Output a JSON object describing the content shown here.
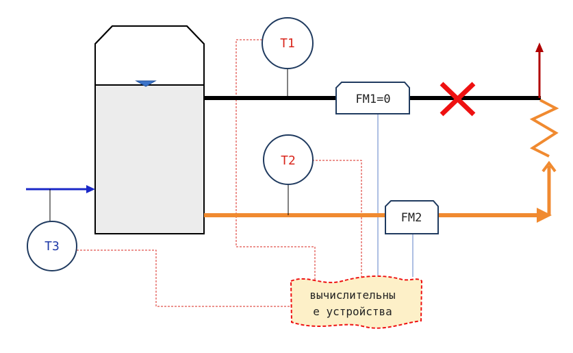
{
  "sensors": {
    "t1": {
      "label": "T1"
    },
    "t2": {
      "label": "T2"
    },
    "t3": {
      "label": "T3"
    }
  },
  "flowmeters": {
    "fm1": {
      "label": "FM1=0"
    },
    "fm2": {
      "label": "FM2"
    }
  },
  "computer": {
    "line1": "вычислительны",
    "line2": "е устройства"
  },
  "colors": {
    "steam_pipe": "#000000",
    "hot_water_pipe": "#f08a30",
    "cold_inlet": "#1a28c8",
    "outlet_arrow": "#b00000",
    "blocked_mark": "#ee1111",
    "signal_dashed": "#d9261c",
    "signal_flow": "#5b7fc7",
    "computer_fill": "#fdf0c8"
  },
  "icons": {
    "blocked": "red-x-icon",
    "level": "level-marker-icon"
  }
}
